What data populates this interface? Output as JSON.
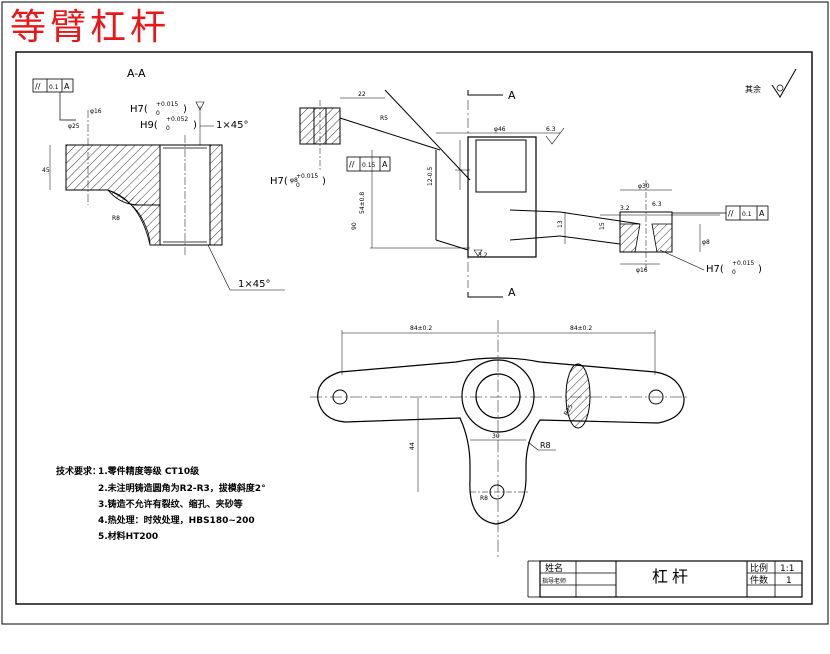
{
  "title_overlay": "等臂杠杆",
  "drawing": {
    "section_label": "A-A",
    "section_marker_top": "A",
    "section_marker_bottom": "A",
    "roughness_label": "其余",
    "tolerance_frames": [
      {
        "symbol": "//",
        "value": "0.1",
        "datum": "A"
      },
      {
        "symbol": "//",
        "value": "0.15",
        "datum": "A"
      },
      {
        "symbol": "//",
        "value": "0.1",
        "datum": "A"
      }
    ],
    "fit_left": {
      "text": "H7(",
      "upper": "+0.015",
      "lower": "0",
      "close": ")"
    },
    "fit_left2": {
      "text": "H9(",
      "upper": "+0.052",
      "lower": "0",
      "close": ")"
    },
    "fit_mid": {
      "text": "H7(",
      "upper": "+0.015",
      "lower": "0",
      "close": ")"
    },
    "fit_right": {
      "text": "H7(",
      "upper": "+0.015",
      "lower": "0",
      "close": ")"
    },
    "chamfer_top": "1×45°",
    "chamfer_bottom": "1×45°",
    "radius_label": "R8",
    "plan_dims": [
      "84±0.2",
      "84±0.2"
    ],
    "small_dims": {
      "left_d16": "φ16",
      "left_d25": "φ25",
      "left_r8": "R8",
      "vert_45": "45",
      "top_22": "22",
      "mid_46": "φ46",
      "mid_r5": "R5",
      "mid_d8": "φ8",
      "mid_6_3": "6.3",
      "mid_3_2": "3.2",
      "mid_54": "54±0.8",
      "mid_12": "12-0.5",
      "mid_13": "13",
      "mid_90": "90",
      "right_d30": "φ30",
      "right_d16": "φ16",
      "right_15": "15",
      "right_3_2": "3.2",
      "right_6_3": "6.3",
      "right_d8": "φ8",
      "plan_44": "44",
      "plan_30": "30",
      "plan_r8": "R8",
      "plan_r25": "R25"
    }
  },
  "requirements": {
    "heading": "技术要求：",
    "items": [
      "1.零件精度等级 CT10级",
      "2.未注明铸造圆角为R2-R3，拔模斜度2°",
      "3.铸造不允许有裂纹、缩孔、夹砂等",
      "4.热处理：时效处理，HBS180~200",
      "5.材料HT200"
    ]
  },
  "title_block": {
    "name_label": "姓名",
    "teacher_label": "指导老师",
    "part_name": "杠杆",
    "scale_label": "比例",
    "scale_value": "1:1",
    "count_label": "件数",
    "count_value": "1"
  }
}
